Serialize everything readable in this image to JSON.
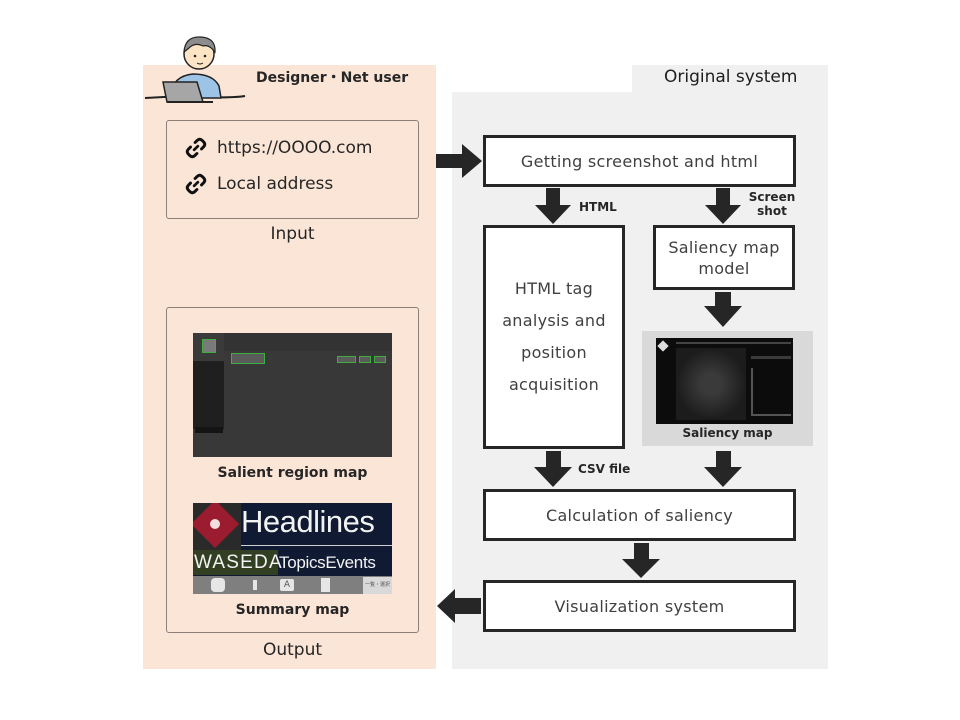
{
  "user_section": {
    "role_label": "Designer・Net user",
    "input": {
      "title": "Input",
      "items": [
        {
          "icon": "link-icon",
          "text": "https://OOOO.com"
        },
        {
          "icon": "link-icon",
          "text": "Local address"
        }
      ]
    },
    "output": {
      "title": "Output",
      "salient_region_map": {
        "caption": "Salient region map"
      },
      "summary_map": {
        "caption": "Summary map",
        "headline": "Headlines",
        "brand": "WASEDA",
        "tabs": [
          "Topics",
          "Events"
        ],
        "corner_text": "一覧・選択"
      }
    }
  },
  "system_section": {
    "title": "Original system",
    "steps": {
      "get_screenshot": "Getting screenshot and html",
      "html_analysis": [
        "HTML tag",
        "analysis and",
        "position",
        "acquisition"
      ],
      "saliency_model": [
        "Saliency map",
        "model"
      ],
      "saliency_map_caption": "Saliency map",
      "calculation": "Calculation of saliency",
      "visualization": "Visualization system"
    },
    "arrow_labels": {
      "html": "HTML",
      "screenshot": [
        "Screen",
        "shot"
      ],
      "csv": "CSV file"
    }
  },
  "colors": {
    "user_panel_bg": "#fbe5d6",
    "system_panel_bg": "#f0f0f0",
    "box_border": "#262626",
    "arrow": "#262626",
    "highlight_green": "#3fae3f",
    "waseda_red": "#9b1c2e",
    "summary_navy": "#101a33"
  }
}
